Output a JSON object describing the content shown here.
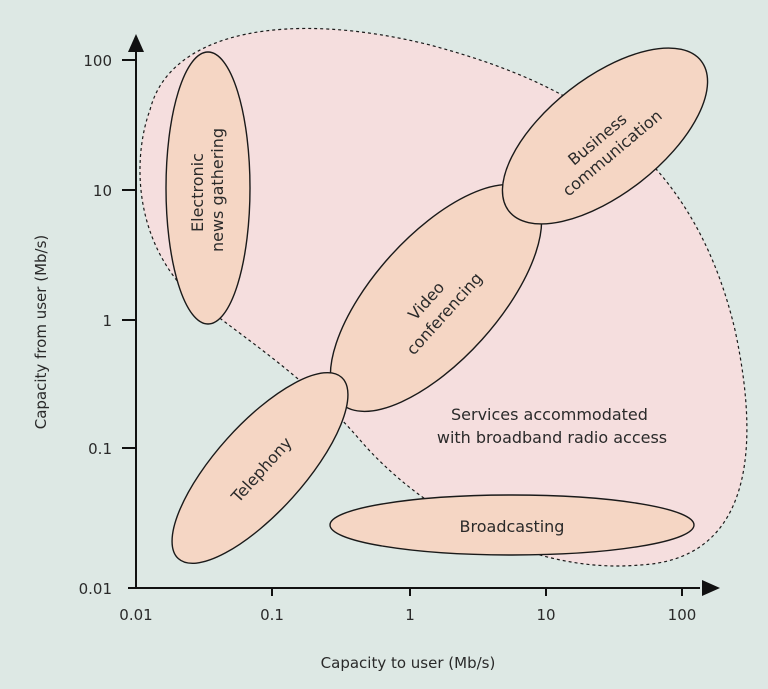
{
  "axes": {
    "x_title": "Capacity to user (Mb/s)",
    "y_title": "Capacity from user (Mb/s)",
    "x_ticks": [
      "0.01",
      "0.1",
      "1",
      "10",
      "100"
    ],
    "y_ticks": [
      "0.01",
      "0.1",
      "1",
      "10",
      "100"
    ],
    "scale": "log"
  },
  "region": {
    "label_line1": "Services accommodated",
    "label_line2": "with broadband radio access"
  },
  "services": {
    "news_line1": "Electronic",
    "news_line2": "news gathering",
    "business_line1": "Business",
    "business_line2": "communication",
    "video_line1": "Video",
    "video_line2": "conferencing",
    "telephony": "Telephony",
    "broadcasting": "Broadcasting"
  },
  "colors": {
    "background": "#dde8e4",
    "region_fill": "#f5dede",
    "service_fill": "#f5d6c4",
    "stroke": "#1a1a1a"
  }
}
